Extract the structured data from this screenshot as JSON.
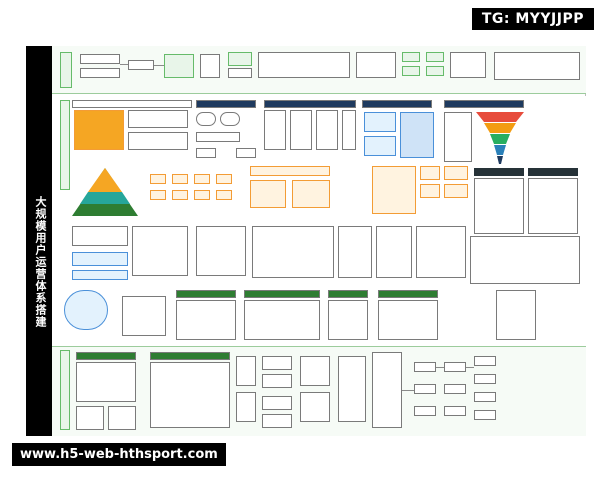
{
  "watermark_top": "TG: MYYJJPP",
  "watermark_bottom": "www.h5-web-hthsport.com",
  "sidebar": {
    "title": "大规模用户运营体系搭建"
  },
  "colors": {
    "bar": "#000000",
    "green": "#2e7d32",
    "orange": "#e67e22",
    "navy": "#1e3a5f",
    "pale_green": "#e8f5e9"
  }
}
